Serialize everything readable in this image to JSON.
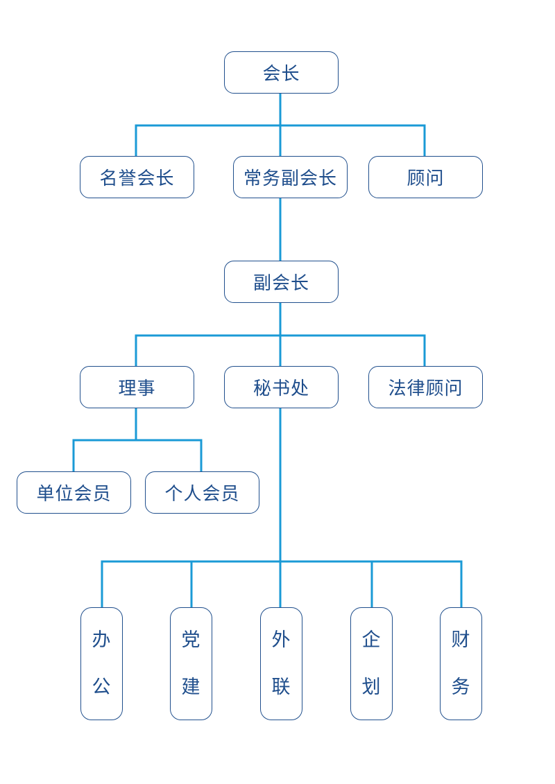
{
  "colors": {
    "connector": "#1a9ad6",
    "node_border": "#1f4e8c",
    "node_text": "#1f4e8c",
    "background": "#ffffff"
  },
  "nodes": {
    "president": "会长",
    "honorary_president": "名誉会长",
    "executive_vice_president": "常务副会长",
    "advisor": "顾问",
    "vice_president": "副会长",
    "directors": "理事",
    "secretariat": "秘书处",
    "legal_advisor": "法律顾问",
    "unit_members": "单位会员",
    "individual_members": "个人会员",
    "office": [
      "办",
      "公"
    ],
    "party_building": [
      "党",
      "建"
    ],
    "external_liaison": [
      "外",
      "联"
    ],
    "planning": [
      "企",
      "划"
    ],
    "finance": [
      "财",
      "务"
    ]
  }
}
